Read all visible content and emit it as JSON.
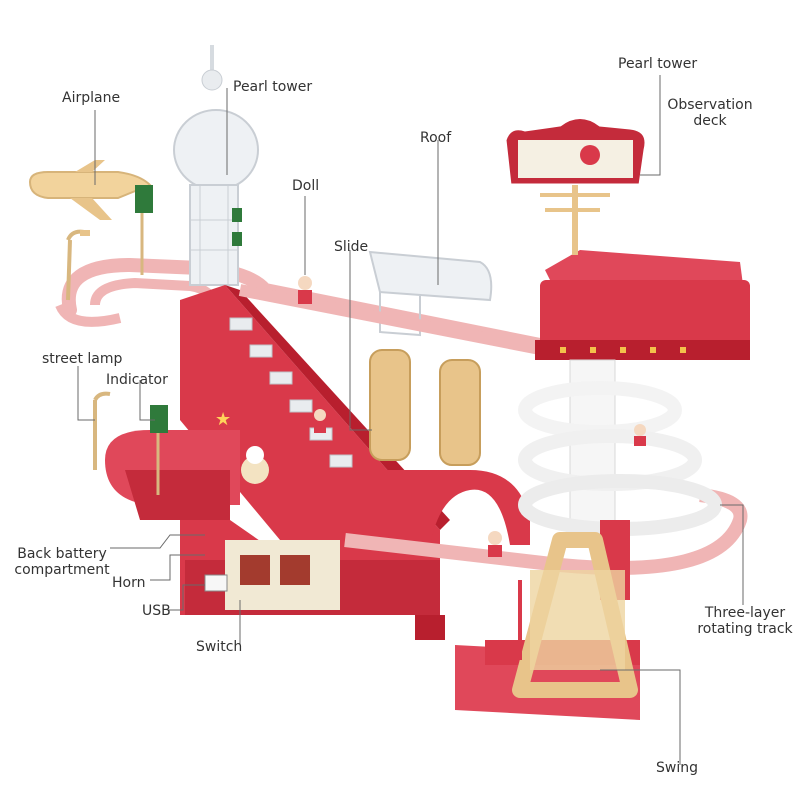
{
  "labels": {
    "airplane": "Airplane",
    "pearl_tower_left": "Pearl tower",
    "doll": "Doll",
    "slide": "Slide",
    "roof": "Roof",
    "pearl_tower_right": "Pearl tower",
    "observation_deck_1": "Observation",
    "observation_deck_2": "deck",
    "street_lamp": "street lamp",
    "indicator": "Indicator",
    "back_battery_1": "Back battery",
    "back_battery_2": "compartment",
    "horn": "Horn",
    "usb": "USB",
    "switch": "Switch",
    "three_layer_1": "Three-layer",
    "three_layer_2": "rotating track",
    "swing": "Swing"
  },
  "colors": {
    "track_pink": "#f0b5b5",
    "base_red": "#d9394a",
    "deep_red": "#b81f2e",
    "tan": "#e8c48a",
    "clear": "#e9ecef",
    "white_track": "#f3f3f3",
    "line": "#6a6a6a"
  }
}
